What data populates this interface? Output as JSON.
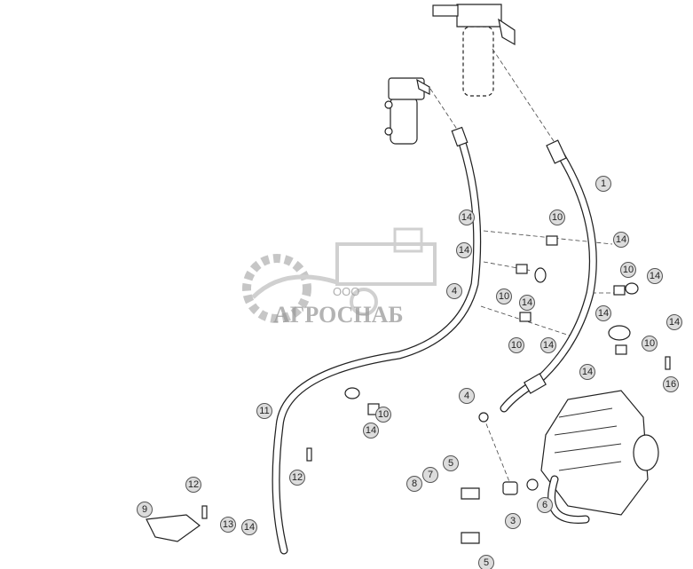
{
  "diagram": {
    "callouts": [
      "1",
      "14",
      "10",
      "14",
      "14",
      "10",
      "14",
      "4",
      "10",
      "14",
      "14",
      "14",
      "10",
      "14",
      "10",
      "14",
      "16",
      "4",
      "10",
      "14",
      "11",
      "12",
      "12",
      "9",
      "7",
      "5",
      "8",
      "3",
      "6",
      "13",
      "14",
      "5"
    ],
    "watermark": {
      "prefix": "ООО",
      "name": "АГРОСНАБ"
    },
    "colors": {
      "callout_fill": "#dcdcdc",
      "line": "#222222",
      "watermark": "#9a9a9a"
    }
  }
}
